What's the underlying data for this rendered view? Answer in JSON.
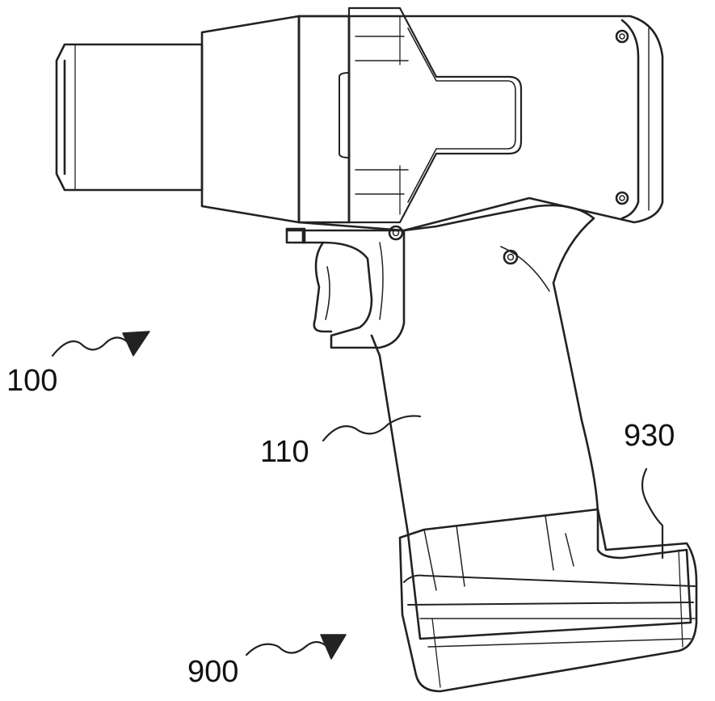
{
  "figure": {
    "labels": {
      "tool": "100",
      "handle": "110",
      "battery_pack": "900",
      "battery_feature": "930"
    },
    "line_color": "#222222"
  }
}
